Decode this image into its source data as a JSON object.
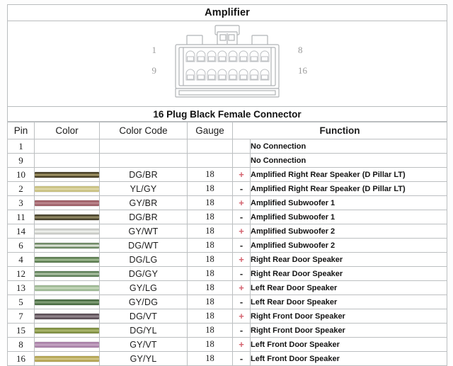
{
  "header": {
    "title": "Amplifier"
  },
  "connector": {
    "caption": "16 Plug Black Female Connector",
    "label_top_left": "1",
    "label_top_right": "8",
    "label_bottom_left": "9",
    "label_bottom_right": "16",
    "cavities_per_row": 8,
    "rows": 2
  },
  "table": {
    "columns": [
      "Pin",
      "Color",
      "Color Code",
      "Gauge",
      "Function"
    ],
    "rows": [
      {
        "pin": "1",
        "code": "",
        "gauge": "",
        "polarity": "",
        "function": "No Connection",
        "wire": {
          "base": "",
          "trace": ""
        }
      },
      {
        "pin": "9",
        "code": "",
        "gauge": "",
        "polarity": "",
        "function": "No Connection",
        "wire": {
          "base": "",
          "trace": ""
        }
      },
      {
        "pin": "10",
        "code": "DG/BR",
        "gauge": "18",
        "polarity": "+",
        "function": "Amplified Right Rear Speaker (D Pillar LT)",
        "wire": {
          "base": "#4a4229",
          "trace": "#9c8f60"
        }
      },
      {
        "pin": "2",
        "code": "YL/GY",
        "gauge": "18",
        "polarity": "-",
        "function": "Amplified Right Rear Speaker (D Pillar LT)",
        "wire": {
          "base": "#c8c081",
          "trace": "#ddd6a4"
        }
      },
      {
        "pin": "3",
        "code": "GY/BR",
        "gauge": "18",
        "polarity": "+",
        "function": "Amplified Subwoofer 1",
        "wire": {
          "base": "#9e5f67",
          "trace": "#b9838a"
        }
      },
      {
        "pin": "11",
        "code": "DG/BR",
        "gauge": "18",
        "polarity": "-",
        "function": "Amplified Subwoofer 1",
        "wire": {
          "base": "#4b4530",
          "trace": "#8d8460"
        }
      },
      {
        "pin": "14",
        "code": "GY/WT",
        "gauge": "18",
        "polarity": "+",
        "function": "Amplified Subwoofer 2",
        "wire": {
          "base": "#c9cbc6",
          "trace": "#eceeea"
        }
      },
      {
        "pin": "6",
        "code": "DG/WT",
        "gauge": "18",
        "polarity": "-",
        "function": "Amplified Subwoofer 2",
        "wire": {
          "base": "#6f8a66",
          "trace": "#d9e0d2"
        }
      },
      {
        "pin": "4",
        "code": "DG/LG",
        "gauge": "18",
        "polarity": "+",
        "function": "Right Rear Door Speaker",
        "wire": {
          "base": "#5d7d52",
          "trace": "#9ab58c"
        }
      },
      {
        "pin": "12",
        "code": "DG/GY",
        "gauge": "18",
        "polarity": "-",
        "function": "Right Rear Door Speaker",
        "wire": {
          "base": "#60815a",
          "trace": "#a8bda0"
        }
      },
      {
        "pin": "13",
        "code": "GY/LG",
        "gauge": "18",
        "polarity": "+",
        "function": "Left Rear Door Speaker",
        "wire": {
          "base": "#9db894",
          "trace": "#c3d6b9"
        }
      },
      {
        "pin": "5",
        "code": "GY/DG",
        "gauge": "18",
        "polarity": "-",
        "function": "Left Rear Door Speaker",
        "wire": {
          "base": "#4c6e45",
          "trace": "#7d9b73"
        }
      },
      {
        "pin": "7",
        "code": "DG/VT",
        "gauge": "18",
        "polarity": "+",
        "function": "Right Front  Door Speaker",
        "wire": {
          "base": "#5d5058",
          "trace": "#8e8189"
        }
      },
      {
        "pin": "15",
        "code": "DG/YL",
        "gauge": "18",
        "polarity": "-",
        "function": "Right Front  Door Speaker",
        "wire": {
          "base": "#7f8f44",
          "trace": "#a7b368"
        }
      },
      {
        "pin": "8",
        "code": "GY/VT",
        "gauge": "18",
        "polarity": "+",
        "function": "Left Front  Door Speaker",
        "wire": {
          "base": "#a982a8",
          "trace": "#c2a2c0"
        }
      },
      {
        "pin": "16",
        "code": "GY/YL",
        "gauge": "18",
        "polarity": "-",
        "function": "Left Front  Door Speaker",
        "wire": {
          "base": "#b2a352",
          "trace": "#cfc383"
        }
      }
    ]
  }
}
